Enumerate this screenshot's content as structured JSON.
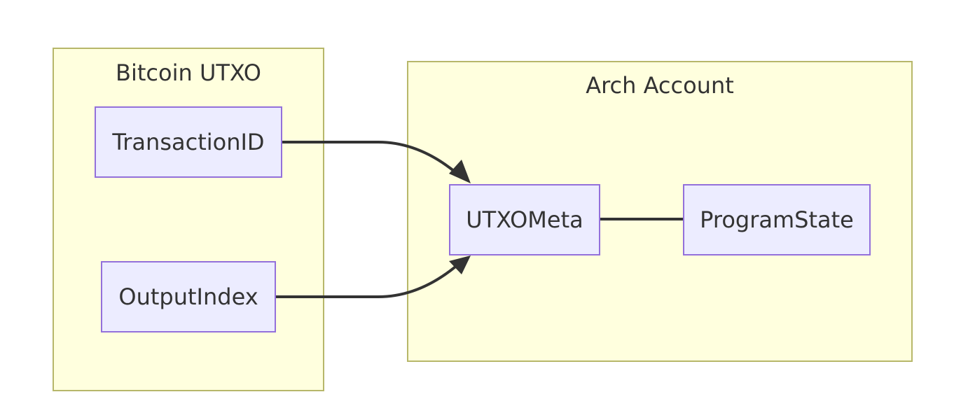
{
  "diagram": {
    "groups": {
      "bitcoin_utxo": {
        "title": "Bitcoin UTXO"
      },
      "arch_account": {
        "title": "Arch Account"
      }
    },
    "nodes": {
      "transaction_id": "TransactionID",
      "output_index": "OutputIndex",
      "utxo_meta": "UTXOMeta",
      "program_state": "ProgramState"
    },
    "edges": [
      {
        "from": "TransactionID",
        "to": "UTXOMeta",
        "type": "arrow"
      },
      {
        "from": "OutputIndex",
        "to": "UTXOMeta",
        "type": "arrow"
      },
      {
        "from": "UTXOMeta",
        "to": "ProgramState",
        "type": "line"
      }
    ],
    "colors": {
      "group_fill": "#ffffde",
      "group_border": "#b7b76a",
      "node_fill": "#ececff",
      "node_border": "#9370db",
      "edge": "#333333",
      "text": "#333333"
    }
  }
}
